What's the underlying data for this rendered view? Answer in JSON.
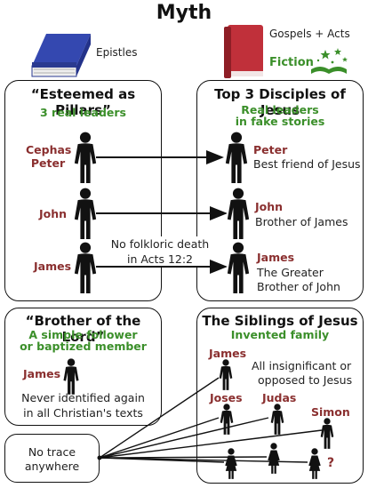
{
  "title": "Myth",
  "sources": {
    "epistles_label": "Epistles",
    "gospels_label": "Gospels + Acts",
    "fiction_label": "Fiction"
  },
  "pillars": {
    "heading": "“Esteemed as Pillars”",
    "subheading": "3  real leaders",
    "names": [
      "Cephas",
      "Peter",
      "John",
      "James"
    ]
  },
  "disciples": {
    "heading": "Top 3 Disciples of Jesus",
    "subheading_line1": "Real leaders",
    "subheading_line2": "in fake stories",
    "peter_name": "Peter",
    "peter_desc": "Best friend of Jesus",
    "john_name": "John",
    "john_desc": "Brother of James",
    "james_name": "James",
    "james_desc_line1": "The Greater",
    "james_desc_line2": "Brother of John"
  },
  "note": {
    "line1": "No folkloric death",
    "line2": "in Acts 12:2"
  },
  "brother": {
    "heading": "“Brother of the Lord”",
    "subheading_line1": "A simple follower",
    "subheading_line2": "or baptized member",
    "name": "James",
    "desc_line1": "Never identified again",
    "desc_line2": "in all Christian's texts"
  },
  "siblings": {
    "heading": "The Siblings of Jesus",
    "subheading": "Invented family",
    "names": [
      "James",
      "Joses",
      "Judas",
      "Simon"
    ],
    "unknown": "?",
    "desc_line1": "All insignificant or",
    "desc_line2": "opposed to Jesus"
  },
  "no_trace": {
    "line1": "No trace",
    "line2": "anywhere"
  },
  "colors": {
    "name_red": "#8a2f2f",
    "accent_green": "#3b8f2a",
    "book_blue": "#2f3f9e",
    "book_red": "#c0303a"
  }
}
